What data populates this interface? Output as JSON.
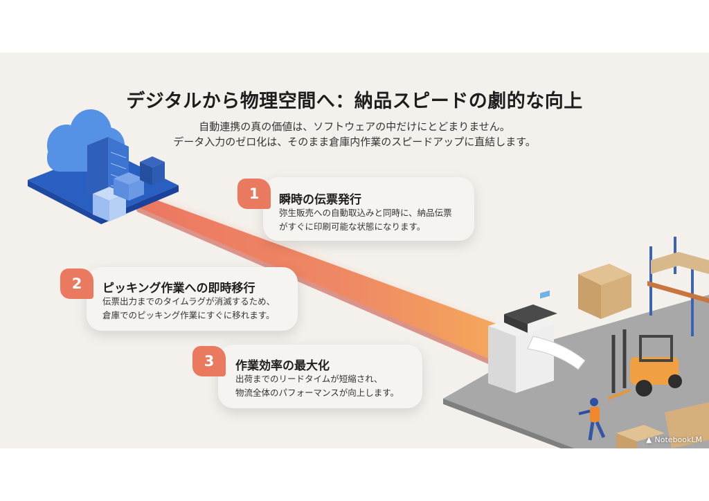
{
  "slide": {
    "title": "デジタルから物理空間へ：納品スピードの劇的な向上",
    "subtitle_lines": [
      "自動連携の真の価値は、ソフトウェアの中だけにとどまりません。",
      "データ入力のゼロ化は、そのまま倉庫内作業のスピードアップに直結します。"
    ],
    "cards": [
      {
        "number": "1",
        "title": "瞬時の伝票発行",
        "body": [
          "弥生販売への自動取込みと同時に、納品伝票",
          "がすぐに印刷可能な状態になります。"
        ]
      },
      {
        "number": "2",
        "title": "ピッキング作業への即時移行",
        "body": [
          "伝票出力までのタイムラグが消滅するため、",
          "倉庫でのピッキング作業にすぐに移れます。"
        ]
      },
      {
        "number": "3",
        "title": "作業効率の最大化",
        "body": [
          "出荷までのリードタイムが短縮され、",
          "物流全体のパフォーマンスが向上します。"
        ]
      }
    ],
    "illustrations": {
      "left": "cloud-server-platform",
      "right": "warehouse-printer-forklift-worker",
      "beam": "data-beam"
    },
    "watermark": "NotebookLM"
  },
  "colors": {
    "background": "#f4f1ec",
    "accent": "#e97a5f",
    "beam_start": "#ec7a62",
    "beam_end": "#f3a75a",
    "cloud_blue": "#3a73d1",
    "floor": "#9a9a9a"
  }
}
